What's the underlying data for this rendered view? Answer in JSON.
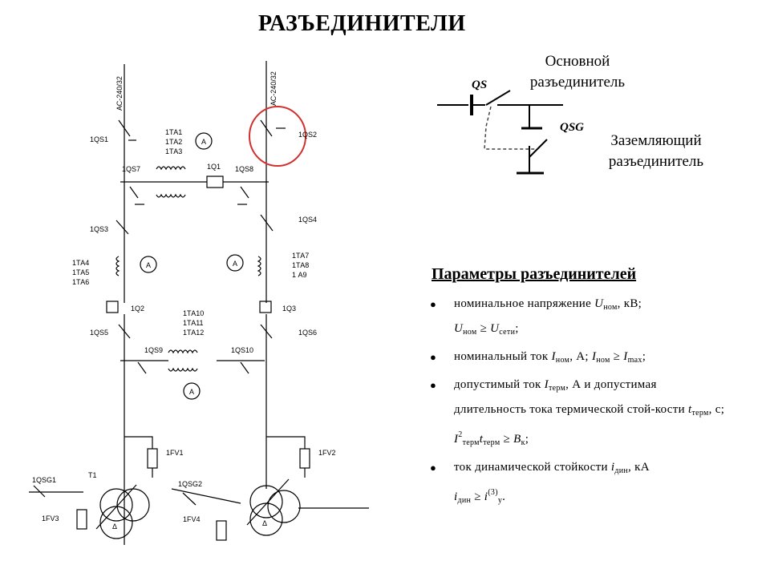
{
  "title": "РАЗЪЕДИНИТЕЛИ",
  "legend": {
    "main_label_l1": "Основной",
    "main_label_l2": "разъединитель",
    "earth_label_l1": "Заземляющий",
    "earth_label_l2": "разъединитель",
    "qs": "QS",
    "qsg": "QSG"
  },
  "params": {
    "heading": "Параметры разъединителей",
    "items": [
      {
        "text": "номинальное напряжение",
        "formula": "U",
        "sub": "ном",
        "rest": ", кВ;",
        "line2": "U",
        "line2_sub1": "ном",
        "line2_rel": " ≥ U",
        "line2_sub2": "сети",
        "line2_end": ";"
      },
      {
        "text": "номинальный ток",
        "formula": "I",
        "sub": "ном",
        "rest": ", А; ",
        "f2": "I",
        "f2_sub": "ном",
        "f2_rel": " ≥ I",
        "f2_sub2": "max",
        "f2_end": ";"
      },
      {
        "text": "допустимый ток",
        "formula": "I",
        "sub": "терм",
        "rest": ", А и допустимая длительность тока термической стой-кости",
        "f2": "t",
        "f2_sub": "терм",
        "f2_mid": ", с;",
        "f3": "I",
        "f3_sup": "2",
        "f3_sub": "терм",
        "f3_t": "t",
        "f3_tsub": "терм",
        "f3_rel": " ≥ B",
        "f3_sub2": "к",
        "f3_end": ";"
      },
      {
        "text": "ток динамической стойкости",
        "formula": "i",
        "sub": "дин",
        "rest": ", кА",
        "line2": "i",
        "line2_sub1": "дин",
        "line2_rel": " ≥ i",
        "line2_sup": "(3)",
        "line2_sub2": "у",
        "line2_end": "."
      }
    ]
  },
  "schematic": {
    "cable_left": "АС-240/32",
    "cable_right": "АС-240/32",
    "labels": {
      "qs1": "1QS1",
      "qs2": "1QS2",
      "ta1": "1ТА1",
      "ta2": "1ТА2",
      "ta3": "1ТА3",
      "qs7": "1QS7",
      "q1": "1Q1",
      "qs8": "1QS8",
      "qs3": "1QS3",
      "qs4": "1QS4",
      "ta4": "1ТА4",
      "ta5": "1ТА5",
      "ta6": "1ТА6",
      "ta7": "1ТА7",
      "ta8": "1ТА8",
      "ta9": "1 А9",
      "q2": "1Q2",
      "q3": "1Q3",
      "qs5": "1QS5",
      "qs6": "1QS6",
      "ta10": "1ТА10",
      "ta11": "1ТА11",
      "ta12": "1ТА12",
      "qs9": "1QS9",
      "qs10": "1QS10",
      "fv1": "1FV1",
      "fv2": "1FV2",
      "t1": "Т1",
      "qsg1": "1QSG1",
      "qsg2": "1QSG2",
      "fv3": "1FV3",
      "fv4": "1FV4",
      "ammeter": "А",
      "delta": "Δ"
    },
    "highlight_color": "#d0302e"
  }
}
